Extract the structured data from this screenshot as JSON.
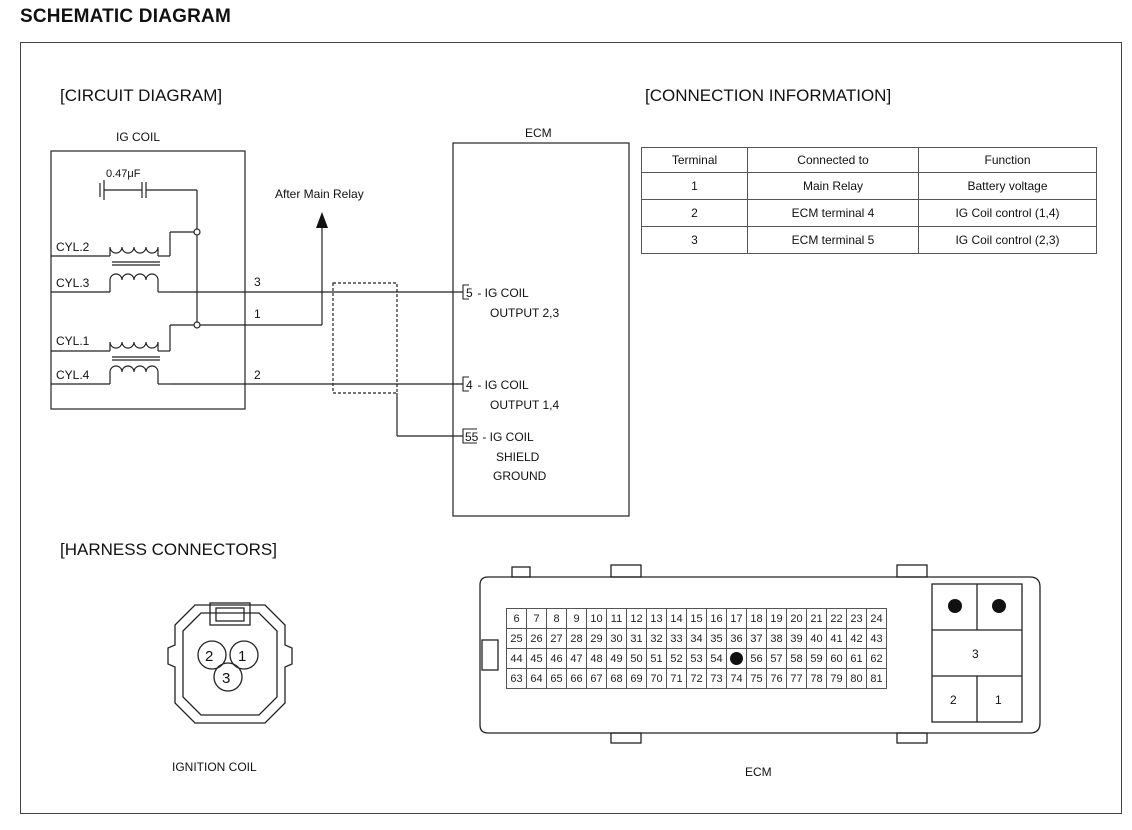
{
  "page_title": "SCHEMATIC DIAGRAM",
  "circuit": {
    "title": "[CIRCUIT DIAGRAM]",
    "ig_coil_label": "IG COIL",
    "capacitor_label": "0.47μF",
    "cylinders": [
      "CYL.2",
      "CYL.3",
      "CYL.1",
      "CYL.4"
    ],
    "wire_numbers": [
      "3",
      "1",
      "2"
    ],
    "after_main_relay": "After Main Relay",
    "ecm_label": "ECM",
    "ecm_pins": [
      {
        "number": "5",
        "line1": " - IG COIL",
        "line2": "OUTPUT 2,3"
      },
      {
        "number": "4",
        "line1": " - IG COIL",
        "line2": "OUTPUT 1,4"
      },
      {
        "number": "55",
        "line1": " - IG COIL",
        "line2": "SHIELD",
        "line3": "GROUND"
      }
    ]
  },
  "connection_info": {
    "title": "[CONNECTION INFORMATION]",
    "headers": [
      "Terminal",
      "Connected to",
      "Function"
    ],
    "rows": [
      [
        "1",
        "Main Relay",
        "Battery voltage"
      ],
      [
        "2",
        "ECM terminal 4",
        "IG Coil control (1,4)"
      ],
      [
        "3",
        "ECM terminal 5",
        "IG Coil control (2,3)"
      ]
    ]
  },
  "harness": {
    "title": "[HARNESS CONNECTORS]",
    "ignition_coil_pins": [
      "2",
      "1",
      "3"
    ],
    "ignition_coil_label": "IGNITION COIL",
    "ecm_label": "ECM",
    "ecm_grid": [
      [
        "6",
        "7",
        "8",
        "9",
        "10",
        "11",
        "12",
        "13",
        "14",
        "15",
        "16",
        "17",
        "18",
        "19",
        "20",
        "21",
        "22",
        "23",
        "24"
      ],
      [
        "25",
        "26",
        "27",
        "28",
        "29",
        "30",
        "31",
        "32",
        "33",
        "34",
        "35",
        "36",
        "37",
        "38",
        "39",
        "40",
        "41",
        "42",
        "43"
      ],
      [
        "44",
        "45",
        "46",
        "47",
        "48",
        "49",
        "50",
        "51",
        "52",
        "53",
        "54",
        "●",
        "56",
        "57",
        "58",
        "59",
        "60",
        "61",
        "62"
      ],
      [
        "63",
        "64",
        "65",
        "66",
        "67",
        "68",
        "69",
        "70",
        "71",
        "72",
        "73",
        "74",
        "75",
        "76",
        "77",
        "78",
        "79",
        "80",
        "81"
      ]
    ],
    "ecm_power_pins": [
      "3",
      "2",
      "1"
    ]
  }
}
